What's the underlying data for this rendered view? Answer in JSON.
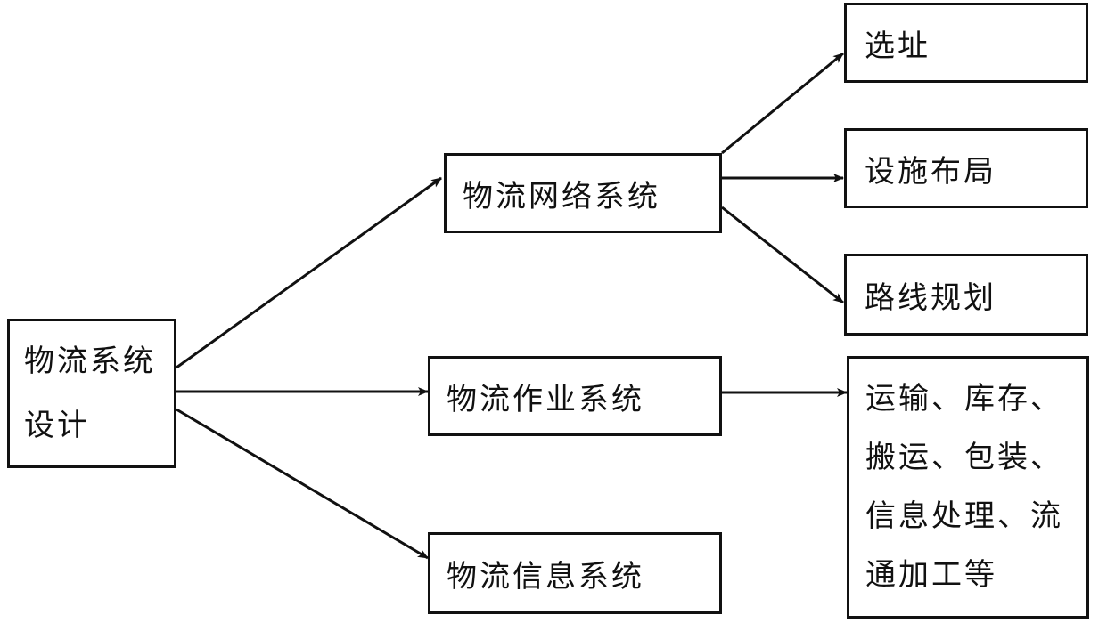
{
  "root": {
    "line1": "物流系统",
    "line2": "设计"
  },
  "subsystems": {
    "network": "物流网络系统",
    "operation": "物流作业系统",
    "information": "物流信息系统"
  },
  "network_children": {
    "siting": "选址",
    "layout": "设施布局",
    "routing": "路线规划"
  },
  "operation_children": {
    "line1": "运输、库存、",
    "line2": "搬运、包装、",
    "line3": "信息处理、流",
    "line4": "通加工等"
  }
}
